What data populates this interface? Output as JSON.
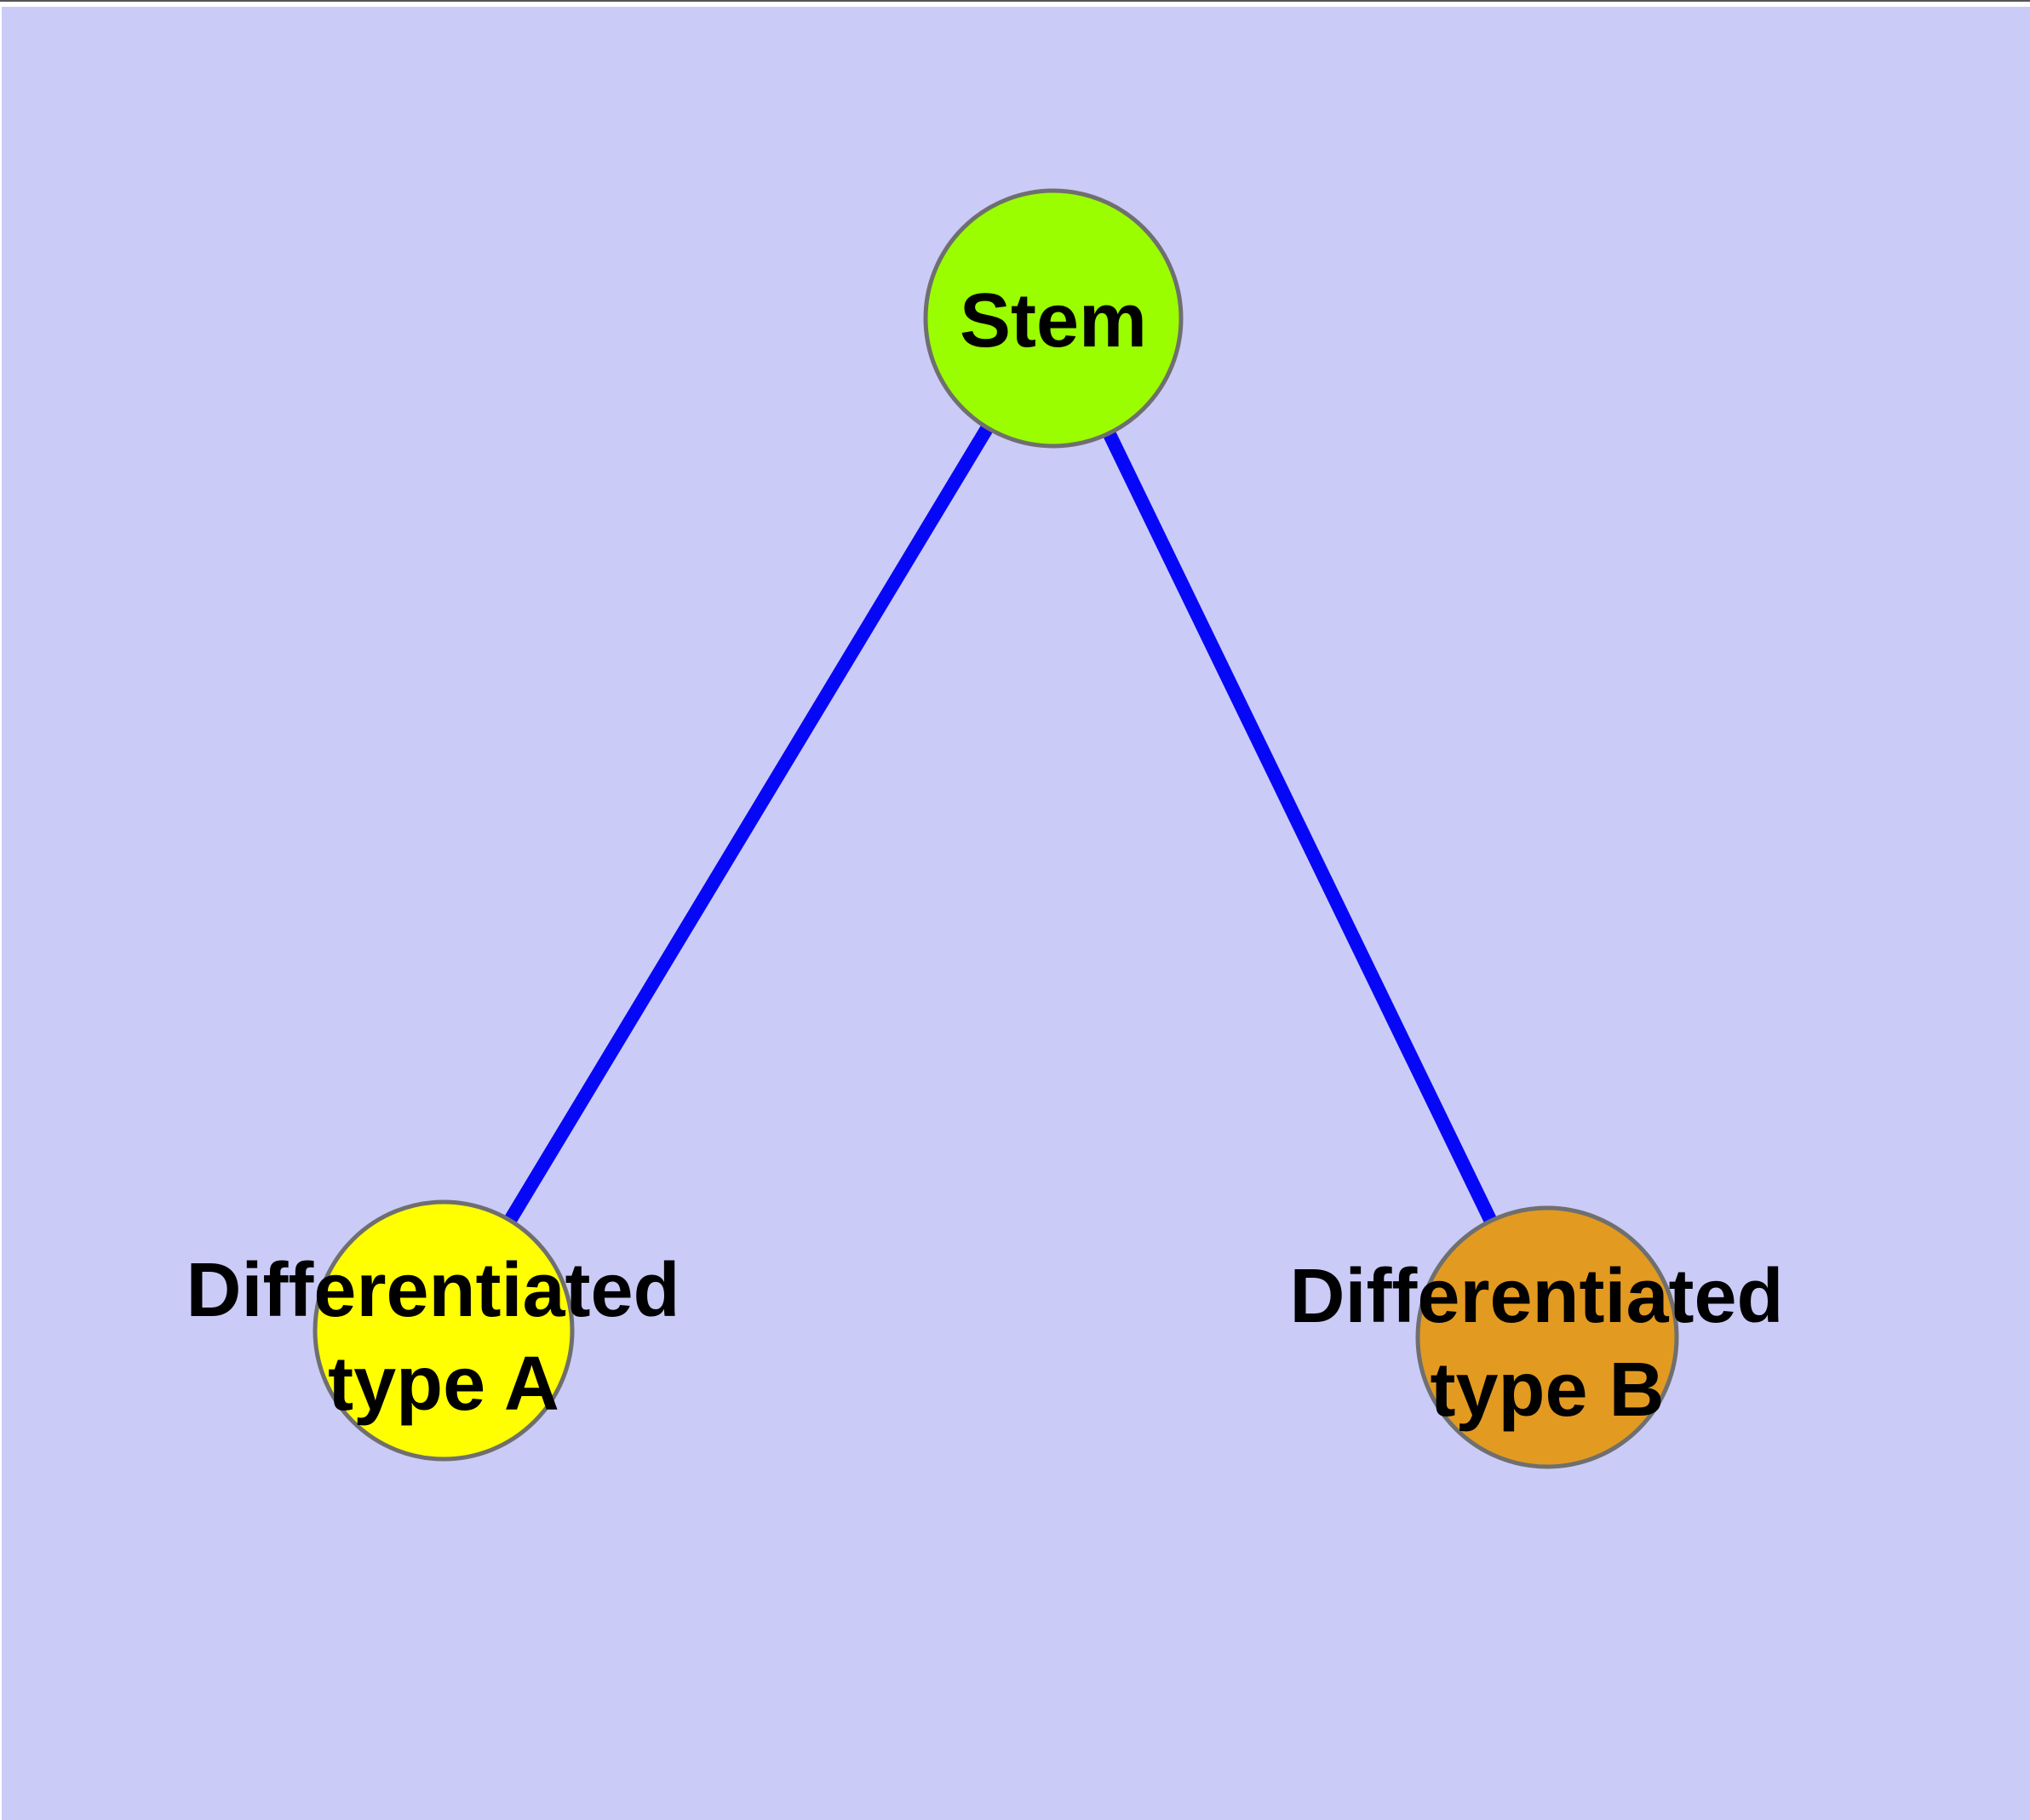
{
  "diagram": {
    "background_color": "#CBCBF7",
    "top_border_color": "#555555",
    "edge_color": "#0707F8",
    "node_border_color": "#6F6F6F",
    "text_color": "#000000",
    "nodes": {
      "stem": {
        "label": "Stem",
        "fill": "#9AFE00"
      },
      "type_a": {
        "label": "Differentiated type A",
        "label_line1": "Differentiated",
        "label_line2": "type A",
        "fill": "#FFFF00"
      },
      "type_b": {
        "label": "Differentiated type B",
        "label_line1": "Differentiated",
        "label_line2": "type B",
        "fill": "#E39A21"
      }
    },
    "edges": [
      {
        "from": "Stem",
        "to": "Differentiated type A"
      },
      {
        "from": "Stem",
        "to": "Differentiated type B"
      }
    ]
  }
}
